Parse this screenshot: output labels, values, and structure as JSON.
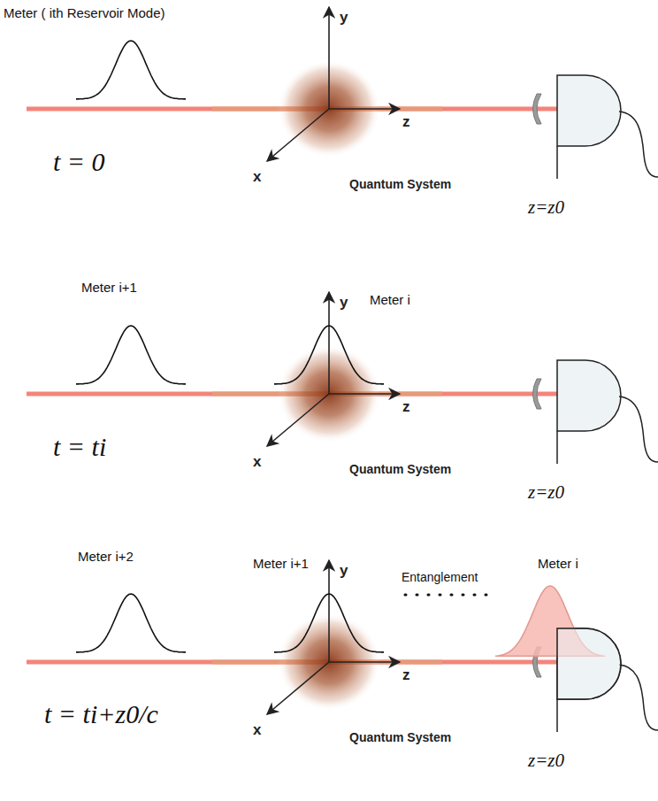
{
  "diagram": {
    "labels": [
      "Meter ( ith Reservoir Mode)",
      "y",
      "z",
      "x",
      "Quantum System",
      "z=z0",
      "t = 0",
      "Meter i+1",
      "Meter i",
      "y",
      "z",
      "x",
      "Quantum System",
      "z=z0",
      "t = ti",
      "Meter i+2",
      "Meter i+1",
      "Entanglement",
      "Meter i",
      "y",
      "z",
      "x",
      "Quantum System",
      "z=z0",
      "t = ti+z0/c"
    ]
  }
}
